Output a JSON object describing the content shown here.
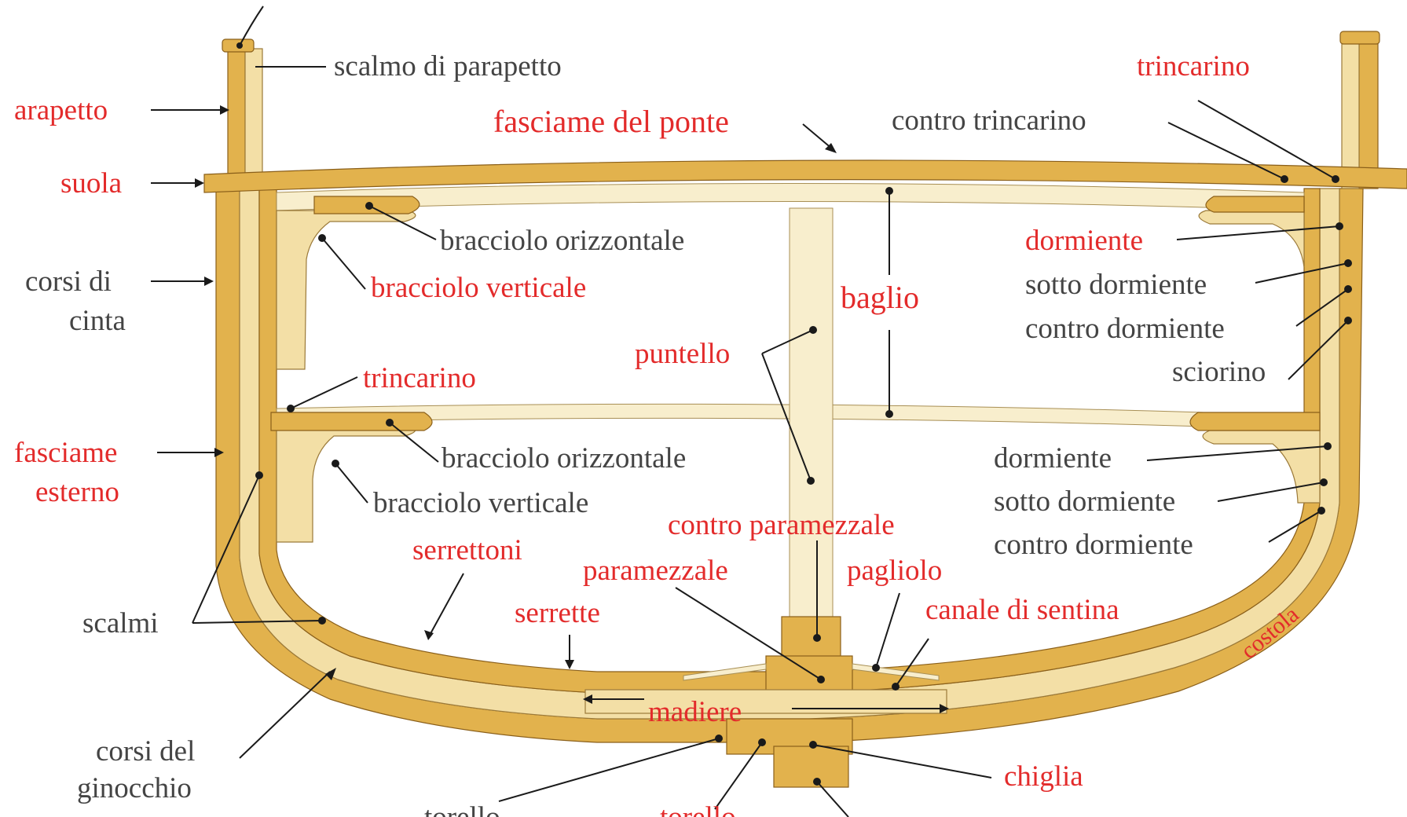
{
  "labels": {
    "scalmo_di_parapetto": "scalmo di parapetto",
    "arapetto": "arapetto",
    "fasciame_del_ponte": "fasciame del ponte",
    "trincarino_top": "trincarino",
    "contro_trincarino": "contro trincarino",
    "suola": "suola",
    "bracciolo_orizzontale_top": "bracciolo orizzontale",
    "bracciolo_verticale_top": "bracciolo verticale",
    "dormiente_top": "dormiente",
    "corsi_di_cinta_1": "corsi di",
    "corsi_di_cinta_2": "cinta",
    "baglio": "baglio",
    "sotto_dormiente_top": "sotto dormiente",
    "contro_dormiente_top": "contro dormiente",
    "puntello": "puntello",
    "sciorino": "sciorino",
    "trincarino_mid": "trincarino",
    "fasciame_esterno_1": "fasciame",
    "fasciame_esterno_2": "esterno",
    "bracciolo_orizzontale_low": "bracciolo orizzontale",
    "dormiente_low": "dormiente",
    "bracciolo_verticale_low": "bracciolo verticale",
    "sotto_dormiente_low": "sotto dormiente",
    "contro_paramezzale": "contro paramezzale",
    "serrettoni": "serrettoni",
    "contro_dormiente_low": "contro dormiente",
    "paramezzale": "paramezzale",
    "pagliolo": "pagliolo",
    "scalmi": "scalmi",
    "serrette": "serrette",
    "canale_di_sentina": "canale di sentina",
    "costola": "costola",
    "madiere": "madiere",
    "corsi_del_ginocchio_1": "corsi del",
    "corsi_del_ginocchio_2": "ginocchio",
    "chiglia": "chiglia",
    "partial_bottom_left": "torello",
    "partial_bottom_center": "torello"
  },
  "colors": {
    "label_red": "#e32b2b",
    "label_gray": "#444444",
    "wood": "#e2b24d",
    "wood_light": "#f3dfa6",
    "wood_pale": "#f8eecd"
  }
}
